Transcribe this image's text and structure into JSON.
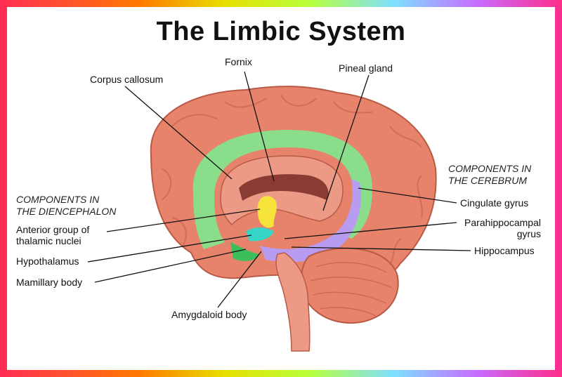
{
  "title": "The Limbic System",
  "diencephalon_heading": [
    "COMPONENTS IN",
    "THE DIENCEPHALON"
  ],
  "cerebrum_heading": [
    "COMPONENTS IN",
    "THE CEREBRUM"
  ],
  "labels": {
    "corpus_callosum": "Corpus callosum",
    "fornix": "Fornix",
    "pineal_gland": "Pineal gland",
    "anterior_group": [
      "Anterior group of",
      "thalamic nuclei"
    ],
    "hypothalamus": "Hypothalamus",
    "mamillary_body": "Mamillary body",
    "amygdaloid_body": "Amygdaloid body",
    "cingulate_gyrus": "Cingulate gyrus",
    "parahippocampal_gyrus": [
      "Parahippocampal",
      "gyrus"
    ],
    "hippocampus": "Hippocampus"
  },
  "colors": {
    "cortex": "#e8836b",
    "cingulate": "#7fe88f",
    "hippocampus": "#b79cf2",
    "thalamic": "#f6e43a",
    "hypothalamus": "#35d6c6"
  }
}
